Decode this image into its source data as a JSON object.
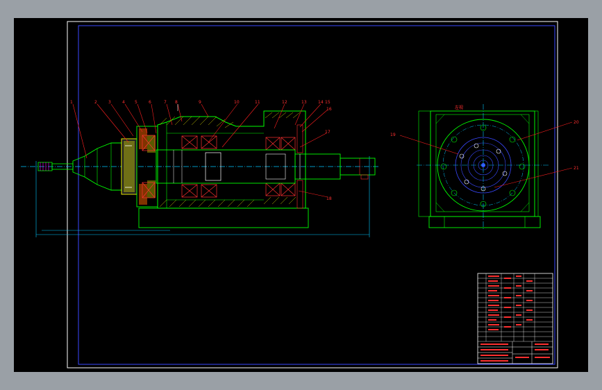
{
  "drawing": {
    "background_color": "#000000",
    "frame_color": "#ffffff",
    "border_color": "#3a48ff",
    "part_color": "#00ff00",
    "hatch_color": "#ffff00",
    "leader_color": "#ff2020",
    "centerline_color": "#00c8ff"
  },
  "side_view": {
    "title": "左视"
  },
  "balloons": [
    "1",
    "2",
    "3",
    "4",
    "5",
    "6",
    "7",
    "8",
    "9",
    "10",
    "11",
    "12",
    "13",
    "14",
    "15",
    "16",
    "17",
    "18",
    "19",
    "20",
    "21"
  ]
}
